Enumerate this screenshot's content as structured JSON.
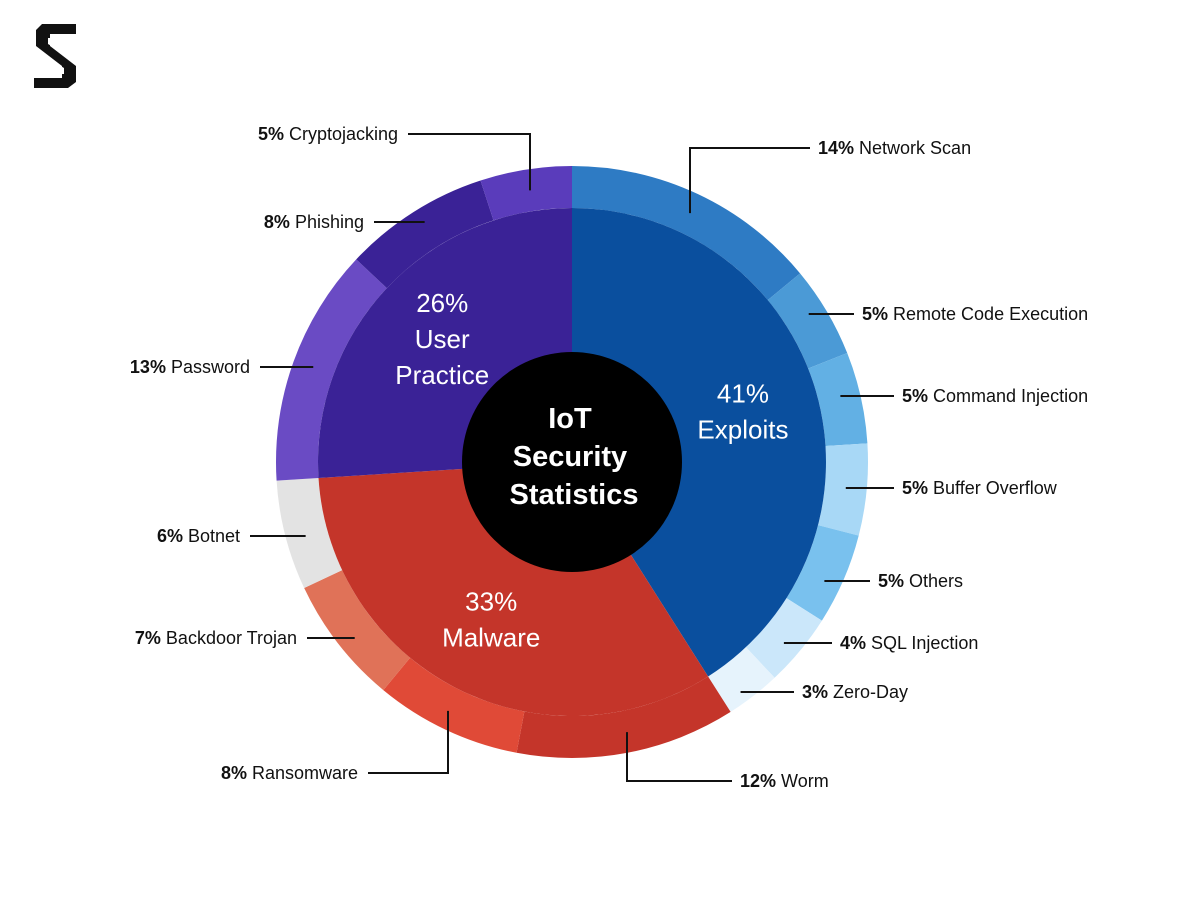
{
  "chart_data": {
    "type": "pie",
    "subtype": "sunburst",
    "center_title": [
      "IoT",
      "Security",
      "Statistics"
    ],
    "categories": [
      {
        "name_lines": [
          "Exploits"
        ],
        "pct_label": "41%",
        "value": 41,
        "color": "#0a4f9e",
        "subcategories": [
          {
            "name": "Network Scan",
            "pct_label": "14%",
            "value": 14,
            "color": "#2e7bc4"
          },
          {
            "name": "Remote Code Execution",
            "pct_label": "5%",
            "value": 5,
            "color": "#4b9ad6"
          },
          {
            "name": "Command Injection",
            "pct_label": "5%",
            "value": 5,
            "color": "#62b0e4"
          },
          {
            "name": "Buffer Overflow",
            "pct_label": "5%",
            "value": 5,
            "color": "#a8d8f6"
          },
          {
            "name": "Others",
            "pct_label": "5%",
            "value": 5,
            "color": "#79c1ee"
          },
          {
            "name": "SQL Injection",
            "pct_label": "4%",
            "value": 4,
            "color": "#cbe7fa"
          },
          {
            "name": "Zero-Day",
            "pct_label": "3%",
            "value": 3,
            "color": "#e6f3fc"
          }
        ]
      },
      {
        "name_lines": [
          "Malware"
        ],
        "pct_label": "33%",
        "value": 33,
        "color": "#c4352a",
        "subcategories": [
          {
            "name": "Worm",
            "pct_label": "12%",
            "value": 12,
            "color": "#c4352a"
          },
          {
            "name": "Ransomware",
            "pct_label": "8%",
            "value": 8,
            "color": "#e04a37"
          },
          {
            "name": "Backdoor Trojan",
            "pct_label": "7%",
            "value": 7,
            "color": "#e07258"
          },
          {
            "name": "Botnet",
            "pct_label": "6%",
            "value": 6,
            "color": "#e3e3e3"
          }
        ]
      },
      {
        "name_lines": [
          "User",
          "Practice"
        ],
        "pct_label": "26%",
        "value": 26,
        "color": "#3a2296",
        "subcategories": [
          {
            "name": "Password",
            "pct_label": "13%",
            "value": 13,
            "color": "#6a4bc4"
          },
          {
            "name": "Phishing",
            "pct_label": "8%",
            "value": 8,
            "color": "#3a2296"
          },
          {
            "name": "Cryptojacking",
            "pct_label": "5%",
            "value": 5,
            "color": "#5a3cbb"
          }
        ]
      }
    ]
  }
}
